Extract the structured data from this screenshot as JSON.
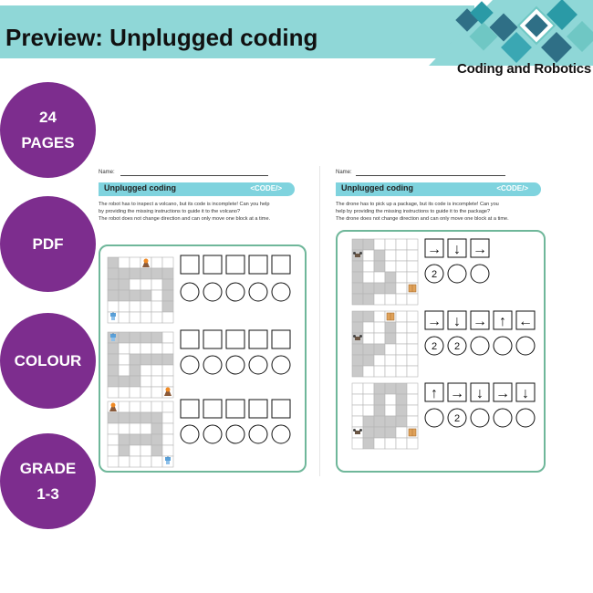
{
  "banner": {
    "title": "Preview: Unplugged coding"
  },
  "brand": {
    "name": "Coding and Robotics"
  },
  "badges": [
    {
      "line1": "24",
      "line2": "PAGES"
    },
    {
      "line1": "PDF",
      "line2": ""
    },
    {
      "line1": "COLOUR",
      "line2": ""
    },
    {
      "line1": "GRADE",
      "line2": "1-3"
    }
  ],
  "worksheet_left": {
    "name_label": "Name:",
    "title": "Unplugged coding",
    "code_tag": "<CODE/>",
    "instructions": [
      "The robot has to inspect a volcano, but its code is incomplete! Can you help",
      "by providing the missing instructions to guide it to the volcano?",
      "The robot does not change direction and can only move one block at a time."
    ]
  },
  "worksheet_right": {
    "name_label": "Name:",
    "title": "Unplugged coding",
    "code_tag": "<CODE/>",
    "instructions": [
      "The drone has to pick up a package, but its code is incomplete! Can you",
      "help by providing the missing instructions to guide it to the package?",
      "The drone does not change direction and can only move one block at a time."
    ],
    "puzzles": [
      {
        "arrows": [
          "→",
          "↓",
          "→"
        ],
        "counts": [
          "2",
          "",
          ""
        ]
      },
      {
        "arrows": [
          "→",
          "↓",
          "→",
          "↑",
          "←"
        ],
        "counts": [
          "2",
          "2",
          "",
          "",
          ""
        ]
      },
      {
        "arrows": [
          "↑",
          "→",
          "↓",
          "→",
          "↓"
        ],
        "counts": [
          "",
          "2",
          "",
          "",
          ""
        ]
      }
    ]
  }
}
